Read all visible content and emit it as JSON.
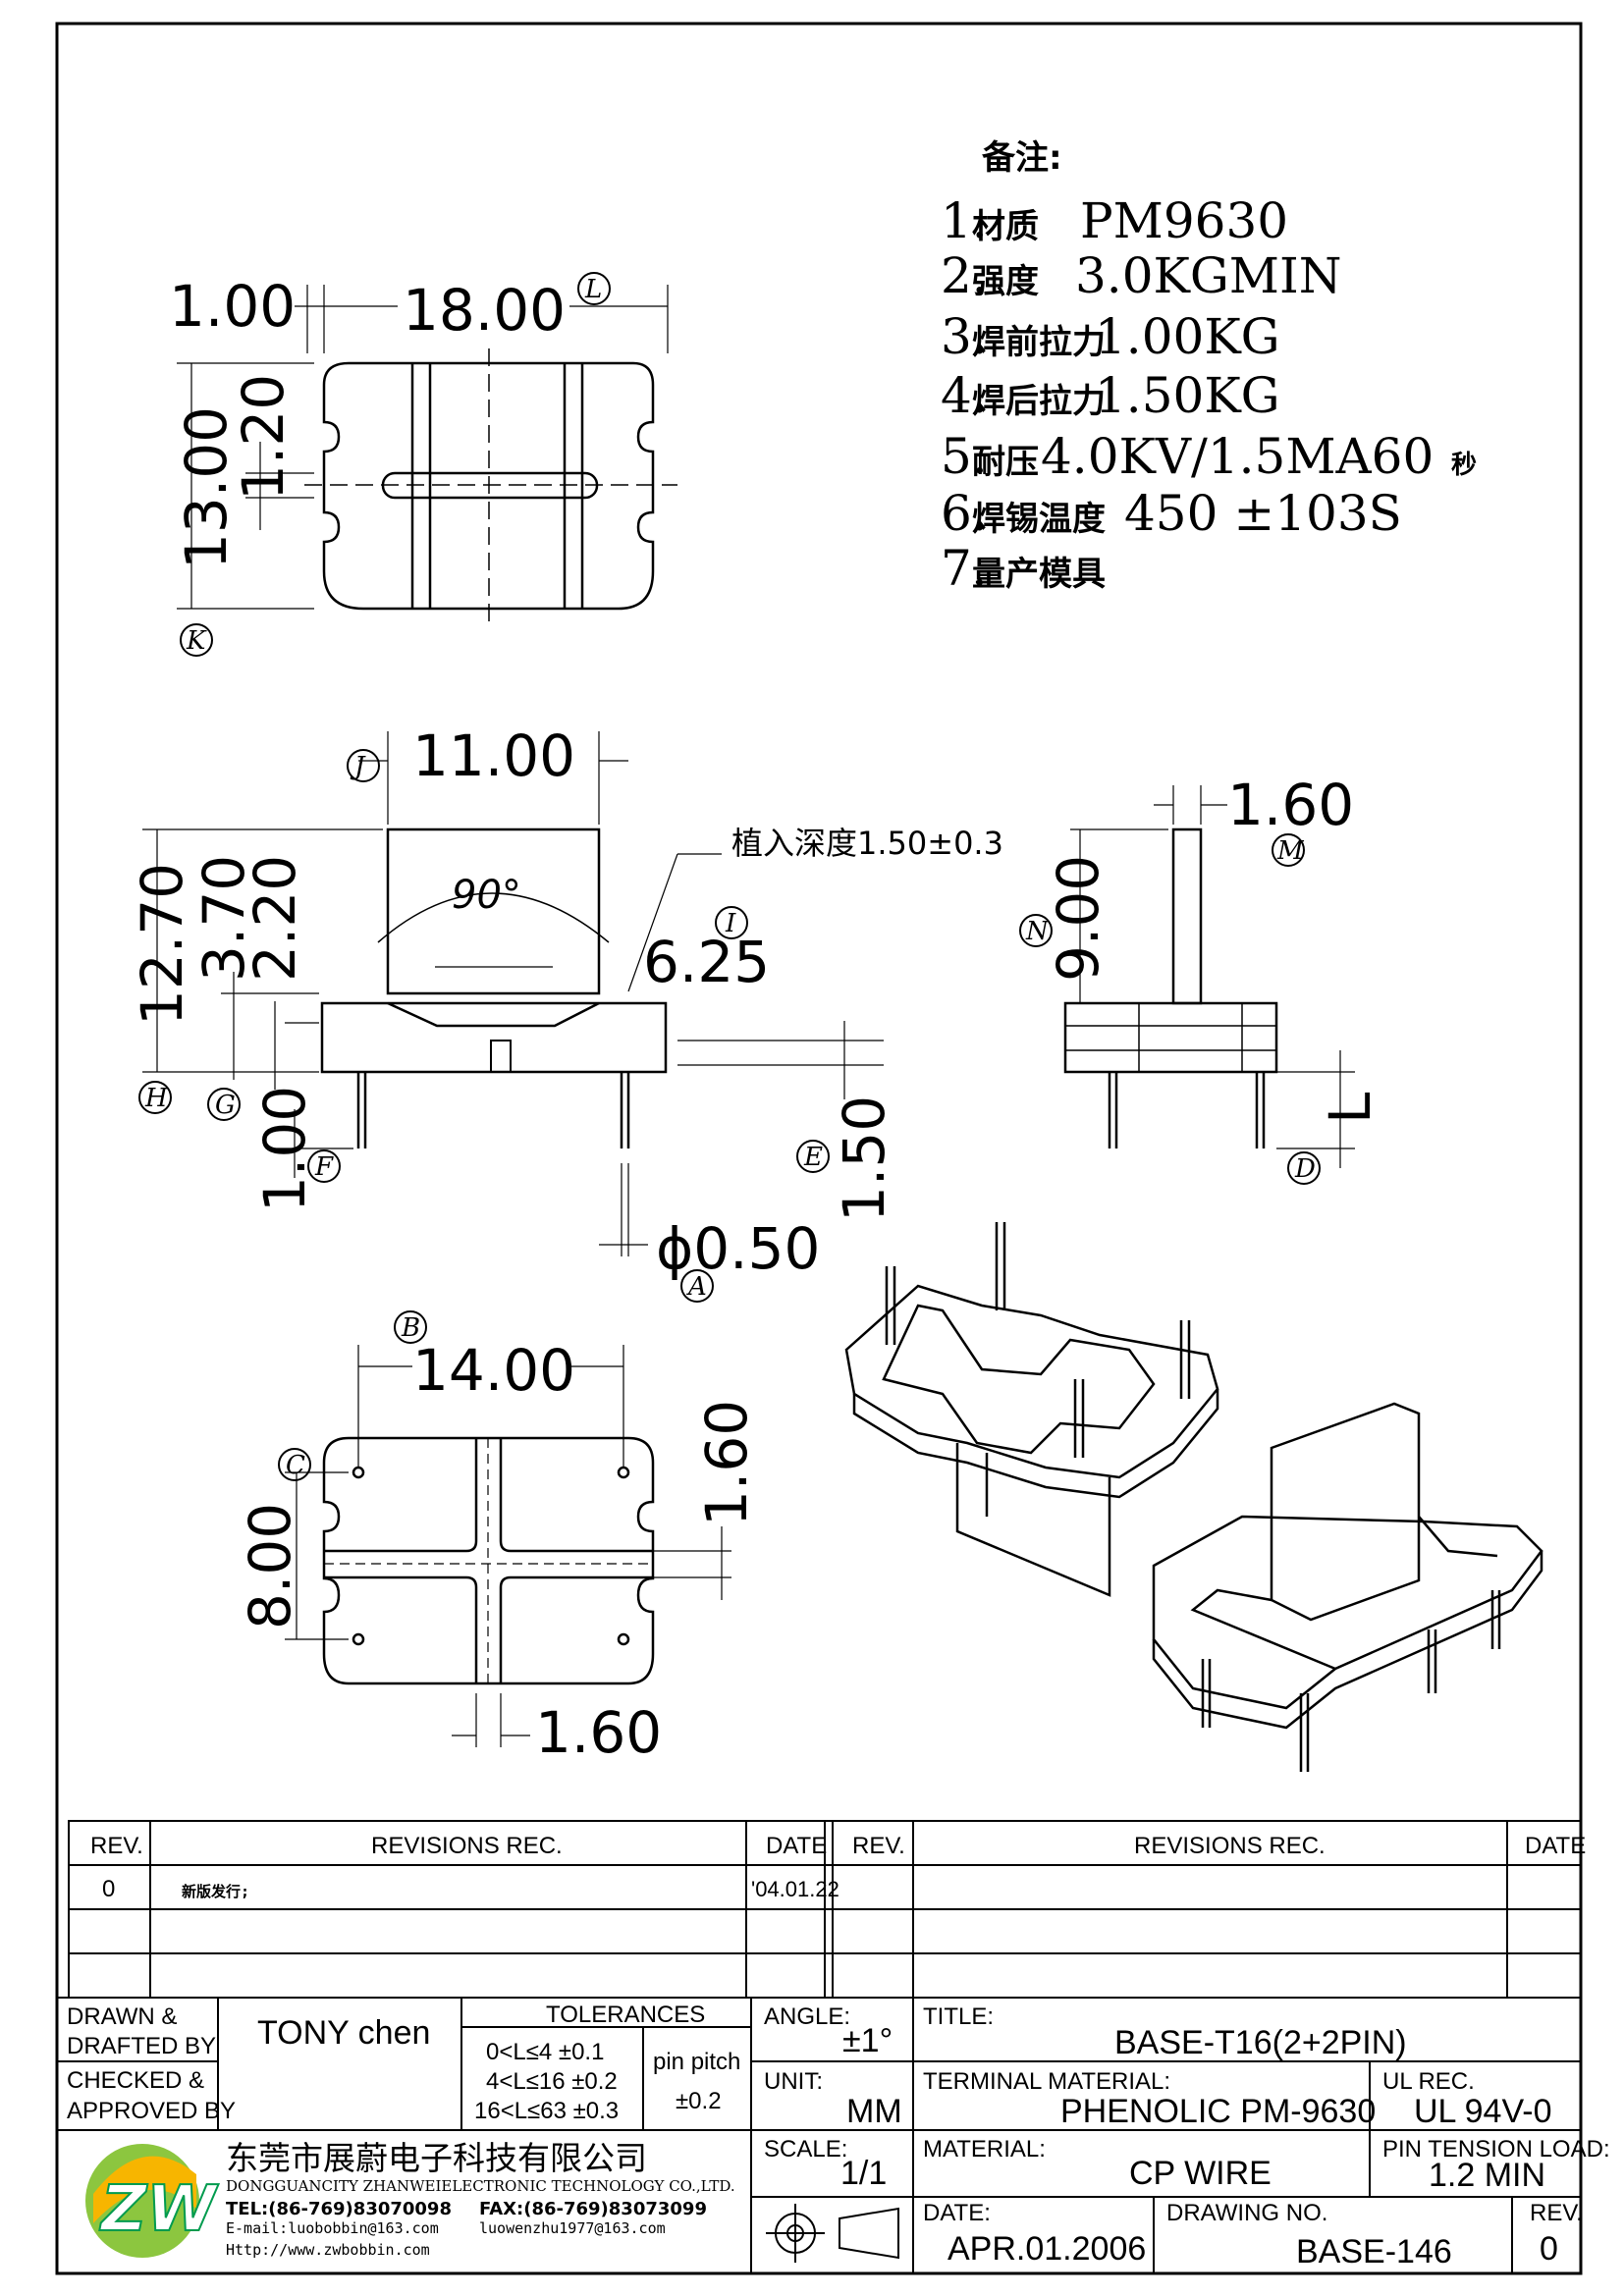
{
  "notes": {
    "heading": "备注:",
    "items": [
      {
        "num": "1.",
        "label": "材质",
        "value": "PM9630"
      },
      {
        "num": "2.",
        "label": "强度",
        "value": "3.0KGMIN"
      },
      {
        "num": "3.",
        "label": "焊前拉力",
        "value": "1.00KG"
      },
      {
        "num": "4.",
        "label": "焊后拉力",
        "value": "1.50KG"
      },
      {
        "num": "5.",
        "label": "耐压",
        "value": "4.0KV/1.5MA60",
        "suffix": "秒"
      },
      {
        "num": "6.",
        "label": "焊锡温度",
        "value": "450 ±103S"
      },
      {
        "num": "7.",
        "label": "量产模具",
        "value": ""
      }
    ]
  },
  "dimensions": {
    "top_view": {
      "d1": "1.00",
      "d2": "18.00",
      "d3": "13.00",
      "d4": "1.20",
      "tag_L": "L",
      "tag_K": "K"
    },
    "front_view": {
      "width": "11.00",
      "h_total": "12.70",
      "h1": "3.70",
      "h2": "2.20",
      "angle": "90°",
      "depth_note": "植入深度1.50±0.3",
      "d_625": "6.25",
      "d_100": "1.00",
      "d_150": "1.50",
      "pin_dia": "ϕ0.50",
      "tags": [
        "J",
        "I",
        "H",
        "G",
        "F",
        "E",
        "A"
      ]
    },
    "side_view": {
      "pin_w": "1.60",
      "pin_h": "9.00",
      "L": "L",
      "tags": [
        "M",
        "N",
        "D"
      ]
    },
    "bottom_view": {
      "width": "14.00",
      "height": "8.00",
      "d_160_right": "1.60",
      "d_160_bottom": "1.60",
      "tags": [
        "B",
        "C"
      ]
    }
  },
  "revisions": {
    "headers": {
      "rev": "REV.",
      "rec": "REVISIONS    REC.",
      "date": "DATE"
    },
    "rows": [
      {
        "rev": "0",
        "rec": "新版发行;",
        "date": "'04.01.22"
      }
    ]
  },
  "title_block": {
    "drawn_label": "DRAWN &\nDRAFTED BY",
    "drawn_value": "TONY  chen",
    "checked_label": "CHECKED &\nAPPROVED BY",
    "tolerances_label": "TOLERANCES",
    "tol_rows": [
      "0<L≤4   ±0.1",
      "4<L≤16  ±0.2",
      "16<L≤63  ±0.3"
    ],
    "pin_pitch_label": "pin  pitch",
    "pin_pitch_value": "±0.2",
    "angle_label": "ANGLE:",
    "angle_value": "±1°",
    "unit_label": "UNIT:",
    "unit_value": "MM",
    "scale_label": "SCALE:",
    "scale_value": "1/1",
    "title_label": "TITLE:",
    "title_value": "BASE-T16(2+2PIN)",
    "terminal_label": "TERMINAL  MATERIAL:",
    "terminal_value": "PHENOLIC  PM-9630",
    "ul_label": "UL  REC.",
    "ul_value": "UL  94V-0",
    "material_label": "MATERIAL:",
    "material_value": "CP  WIRE",
    "tension_label": "PIN  TENSION  LOAD:",
    "tension_value": "1.2  MIN",
    "date_label": "DATE:",
    "date_value": "APR.01.2006",
    "drawing_label": "DRAWING  NO.",
    "drawing_value": "BASE-146",
    "rev_label": "REV.",
    "rev_value": "0"
  },
  "company": {
    "name_cn": "东莞市展蔚电子科技有限公司",
    "name_en": "DONGGUANCITY  ZHANWEIELECTRONIC  TECHNOLOGY  CO.,LTD.",
    "tel": "TEL:(86-769)83070098",
    "fax": "FAX:(86-769)83073099",
    "email": "E-mail:luobobbin@163.com",
    "email2": "luowenzhu1977@163.com",
    "web": "Http://www.zwbobbin.com",
    "logo_colors": [
      "#8cc63f",
      "#f7b500",
      "#009b4e"
    ]
  }
}
